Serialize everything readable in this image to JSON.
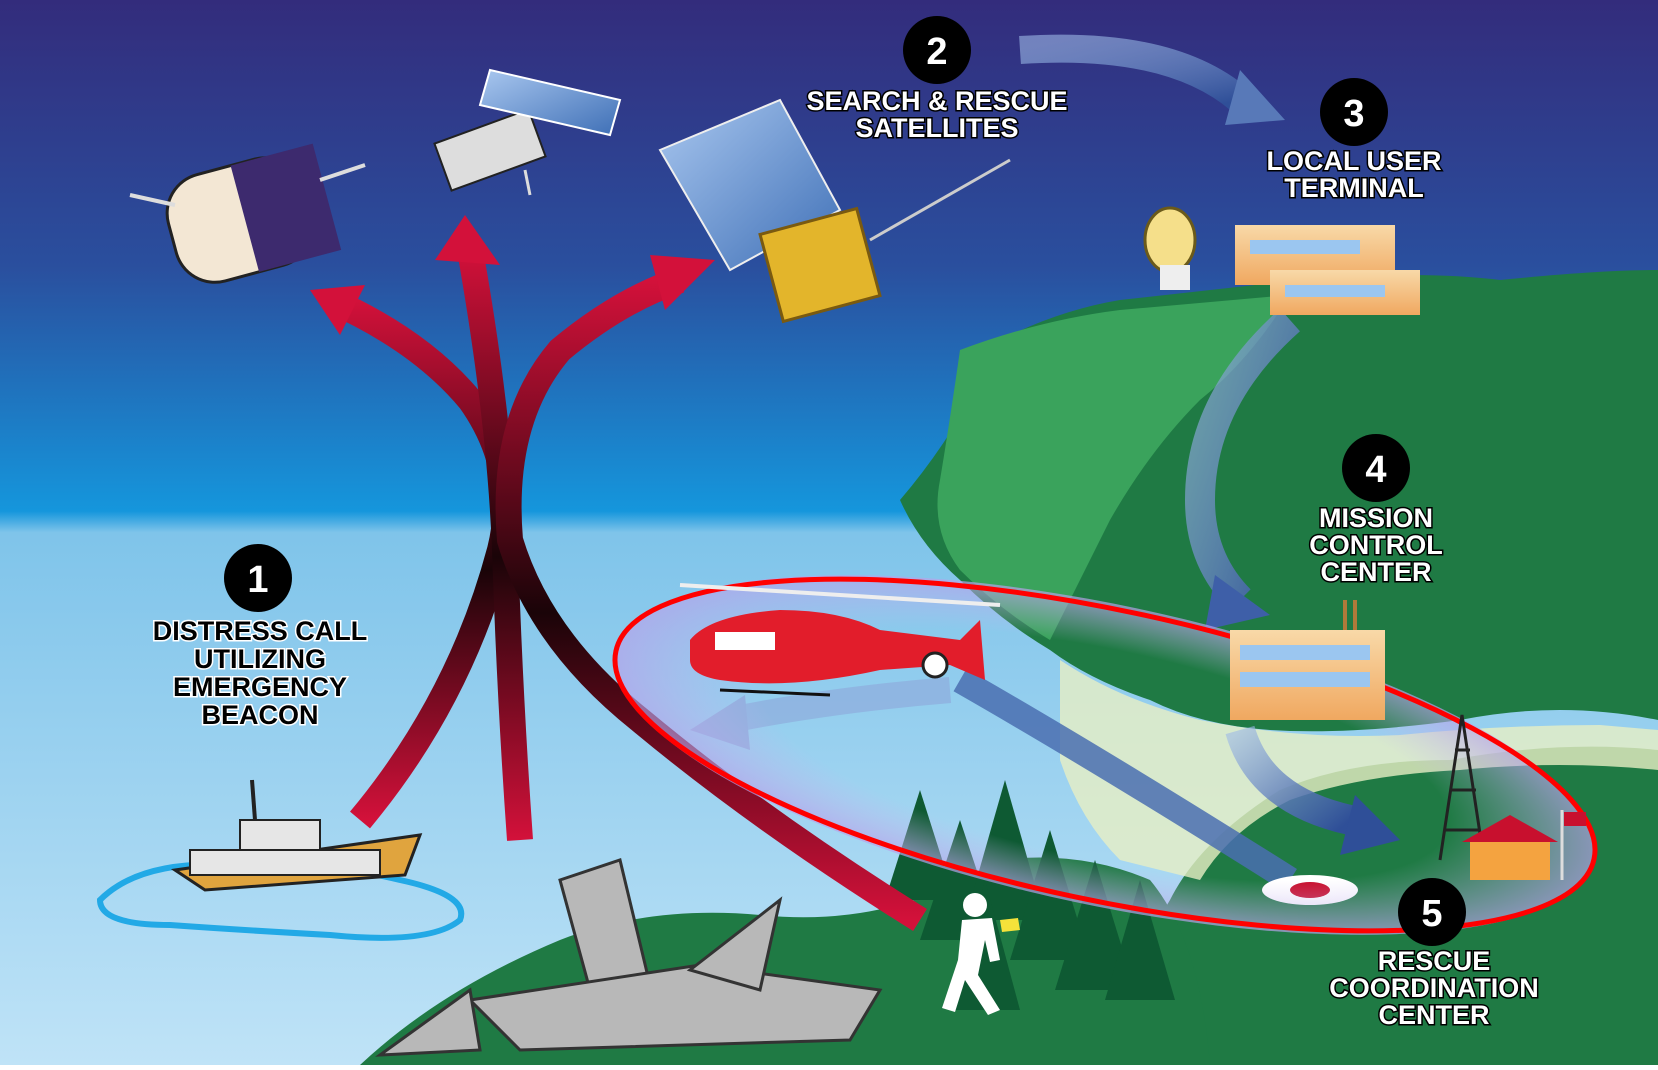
{
  "steps": [
    {
      "number": "1",
      "label_lines": [
        "DISTRESS CALL",
        "UTILIZING",
        "EMERGENCY",
        "BEACON"
      ]
    },
    {
      "number": "2",
      "label_lines": [
        "SEARCH & RESCUE",
        "SATELLITES"
      ]
    },
    {
      "number": "3",
      "label_lines": [
        "LOCAL USER",
        "TERMINAL"
      ]
    },
    {
      "number": "4",
      "label_lines": [
        "MISSION",
        "CONTROL",
        "CENTER"
      ]
    },
    {
      "number": "5",
      "label_lines": [
        "RESCUE",
        "COORDINATION",
        "CENTER"
      ]
    }
  ],
  "colors": {
    "sky_top": "#2e2a7a",
    "sky_mid": "#1a8fd6",
    "sea": "#9fd1ef",
    "land": "#1f7a44",
    "land_light": "#3aa35c",
    "beacon_arrow": "#c8102e",
    "flow_arrow": "#4a6fb0",
    "highlight": "#ff0000",
    "badge": "#000000"
  },
  "icons": [
    "satellite-icon",
    "ship-icon",
    "plane-wreck-icon",
    "hiker-icon",
    "helicopter-icon",
    "antenna-dish-icon",
    "building-icon",
    "radio-tower-icon",
    "flag-icon",
    "tree-icon"
  ]
}
